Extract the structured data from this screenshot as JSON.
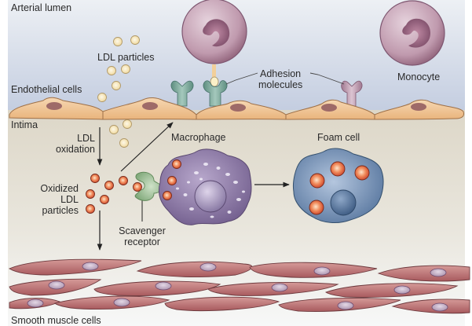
{
  "diagram": {
    "type": "biological-process",
    "regions": {
      "lumen": "Arterial lumen",
      "endothelium": "Endothelial cells",
      "intima": "Intima",
      "smooth_muscle": "Smooth muscle cells"
    },
    "labels": {
      "ldl_particles": "LDL particles",
      "adhesion_line1": "Adhesion",
      "adhesion_line2": "molecules",
      "monocyte": "Monocyte",
      "ldl_oxidation_line1": "LDL",
      "ldl_oxidation_line2": "oxidation",
      "oxidized_line1": "Oxidized",
      "oxidized_line2": "LDL",
      "oxidized_line3": "particles",
      "scavenger_line1": "Scavenger",
      "scavenger_line2": "receptor",
      "macrophage": "Macrophage",
      "foam_cell": "Foam cell"
    },
    "colors": {
      "lumen_top": "#e9edf3",
      "lumen_bottom": "#c3cde0",
      "intima": "#e2ddd0",
      "intima_bottom": "#f4f4f2",
      "endothelial_cell": "#efc596",
      "monocyte": "#b4869c",
      "macrophage": "#8e7aa4",
      "foam_cell": "#5c7ea8",
      "oxidized_ldl": "#e0603a",
      "ldl": "#f7e8c0",
      "smooth_muscle": "#c07676",
      "adhesion_teal": "#6e9e90",
      "adhesion_mauve": "#b48aa0",
      "scavenger_receptor": "#8fb68a"
    }
  }
}
